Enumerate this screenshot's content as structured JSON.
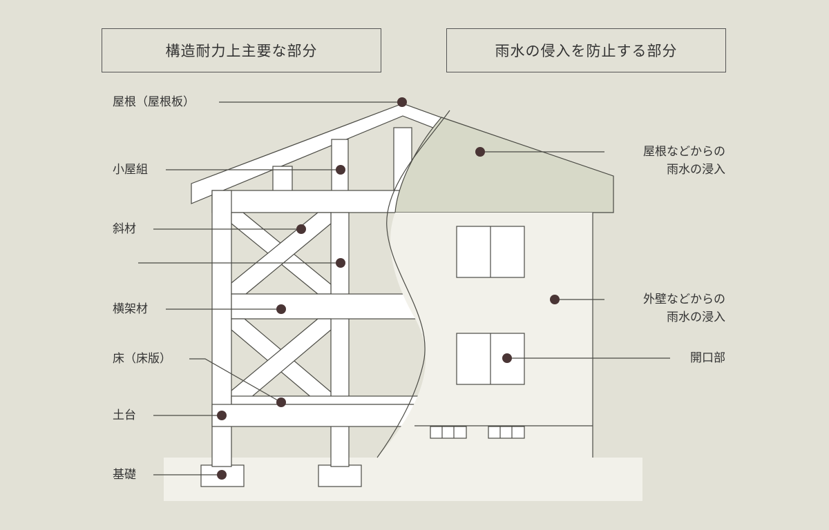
{
  "headers": {
    "structural": "構造耐力上主要な部分",
    "rainwater": "雨水の侵入を防止する部分"
  },
  "labels": {
    "roof": "屋根（屋根板）",
    "koyagumi": "小屋組",
    "shazai": "斜材",
    "yokokazai": "横架材",
    "floor": "床（床版）",
    "dodai": "土台",
    "kiso": "基礎",
    "roof_rain_1": "屋根などからの",
    "roof_rain_2": "雨水の浸入",
    "wall_rain_1": "外壁などからの",
    "wall_rain_2": "雨水の浸入",
    "opening": "開口部"
  },
  "colors": {
    "background": "#e2e1d6",
    "frame_fill": "#ffffff",
    "line": "#4a4a44",
    "roof_cover": "#d7d9c8",
    "wall_cover": "#f2f1ea",
    "ground": "#f2f1ea",
    "dot": "#4a3535"
  }
}
